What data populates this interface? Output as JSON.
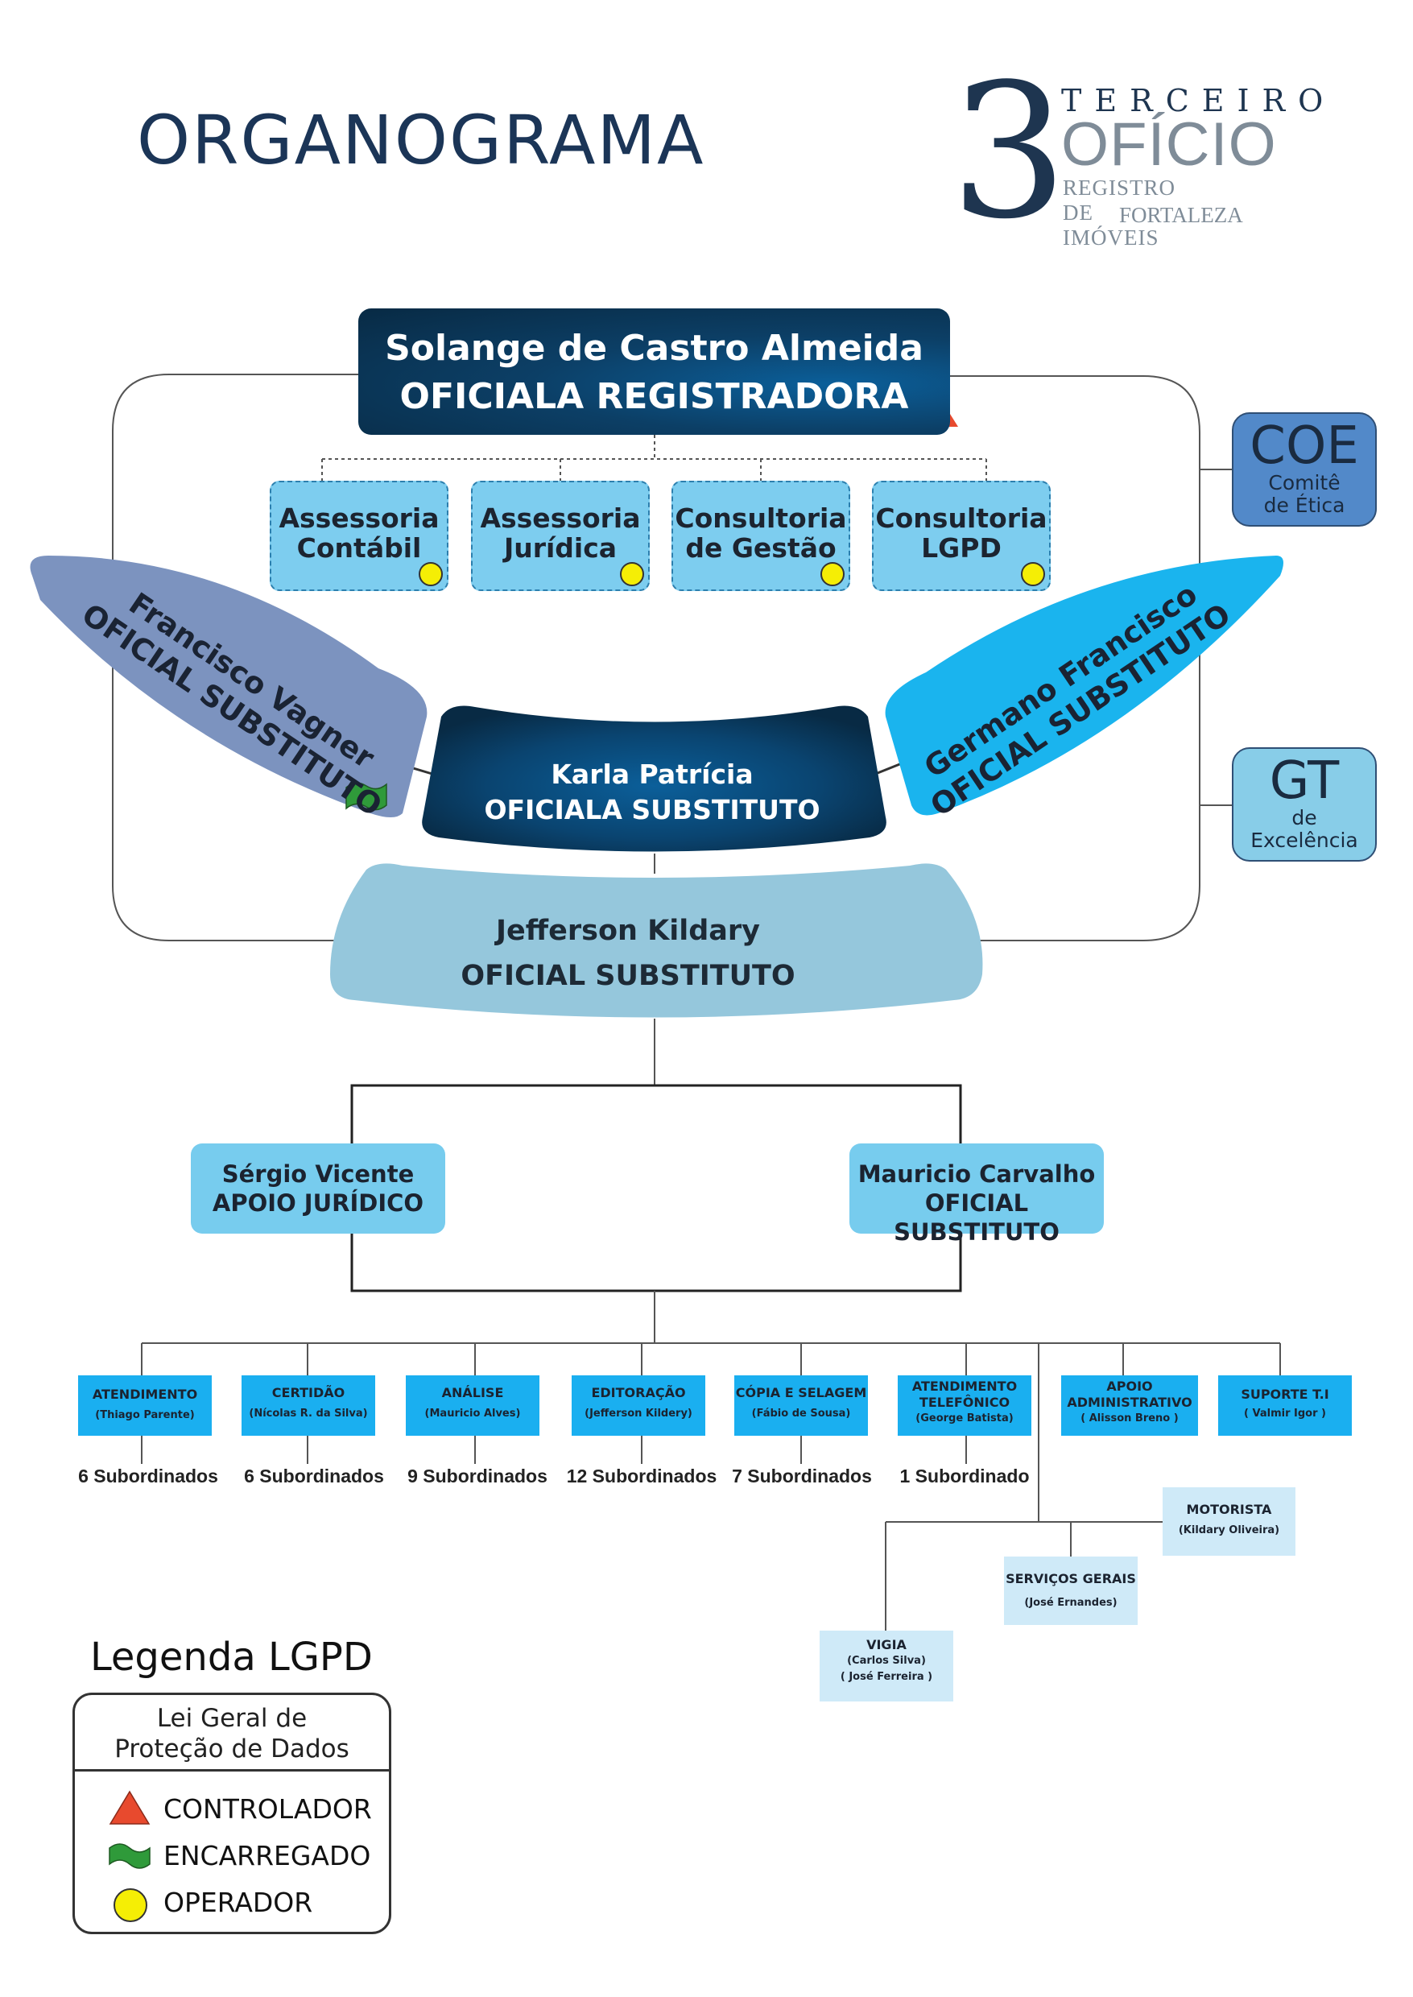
{
  "page_title": "ORGANOGRAMA",
  "logo": {
    "digit": "3",
    "line1": "TERCEIRO",
    "line2": "OFÍCIO",
    "line3": "REGISTRO DE IMÓVEIS",
    "line4": "FORTALEZA"
  },
  "head": {
    "name": "Solange de Castro Almeida",
    "role": "OFICIALA REGISTRADORA"
  },
  "advisory": [
    {
      "l1": "Assessoria",
      "l2": "Contábil"
    },
    {
      "l1": "Assessoria",
      "l2": "Jurídica"
    },
    {
      "l1": "Consultoria",
      "l2": "de Gestão"
    },
    {
      "l1": "Consultoria",
      "l2": "LGPD"
    }
  ],
  "committees": [
    {
      "abbr": "COE",
      "l1": "Comitê",
      "l2": "de Ética"
    },
    {
      "abbr": "GT",
      "l1": "de",
      "l2": "Excelência"
    }
  ],
  "substitutes": {
    "left": {
      "name": "Francisco Vagner",
      "role": "OFICIAL SUBSTITUTO"
    },
    "right": {
      "name": "Germano Francisco",
      "role": "OFICIAL SUBSTITUTO"
    },
    "center": {
      "name": "Karla Patrícia",
      "role": "OFICIALA SUBSTITUTO"
    },
    "lower": {
      "name": "Jefferson Kildary",
      "role": "OFICIAL SUBSTITUTO"
    }
  },
  "mid": [
    {
      "name": "Sérgio Vicente",
      "role": "APOIO JURÍDICO"
    },
    {
      "name": "Mauricio Carvalho",
      "role": "OFICIAL SUBSTITUTO"
    }
  ],
  "departments": [
    {
      "l1": "ATENDIMENTO",
      "l2": "",
      "sub": "(Thiago Parente)",
      "count": "6 Subordinados"
    },
    {
      "l1": "CERTIDÃO",
      "l2": "",
      "sub": "(Nícolas R. da Silva)",
      "count": "6 Subordinados"
    },
    {
      "l1": "ANÁLISE",
      "l2": "",
      "sub": "(Mauricio Alves)",
      "count": "9 Subordinados"
    },
    {
      "l1": "EDITORAÇÃO",
      "l2": "",
      "sub": "(Jefferson Kildery)",
      "count": "12 Subordinados"
    },
    {
      "l1": "CÓPIA E SELAGEM",
      "l2": "",
      "sub": "(Fábio de Sousa)",
      "count": "7 Subordinados"
    },
    {
      "l1": "ATENDIMENTO",
      "l2": "TELEFÔNICO",
      "sub": "(George Batista)",
      "count": "1 Subordinado"
    },
    {
      "l1": "APOIO",
      "l2": "ADMINISTRATIVO",
      "sub": "( Alisson Breno )",
      "count": ""
    },
    {
      "l1": "SUPORTE T.I",
      "l2": "",
      "sub": "( Valmir Igor )",
      "count": ""
    }
  ],
  "support": [
    {
      "l1": "MOTORISTA",
      "sub1": "(Kildary Oliveira)",
      "sub2": ""
    },
    {
      "l1": "SERVIÇOS GERAIS",
      "sub1": "(José Ernandes)",
      "sub2": ""
    },
    {
      "l1": "VIGIA",
      "sub1": "(Carlos Silva)",
      "sub2": "( José Ferreira )"
    }
  ],
  "legend": {
    "title": "Legenda LGPD",
    "head1": "Lei Geral de",
    "head2": "Proteção de Dados",
    "items": [
      "CONTROLADOR",
      "ENCARREGADO",
      "OPERADOR"
    ]
  },
  "colors": {
    "navy": "#0c3f66",
    "cyan": "#1aaff0",
    "light_blue": "#95c7dc",
    "slate": "#7c93bf",
    "red": "#e84a2e",
    "green": "#2f9a3a",
    "yellow": "#f5ee05"
  }
}
